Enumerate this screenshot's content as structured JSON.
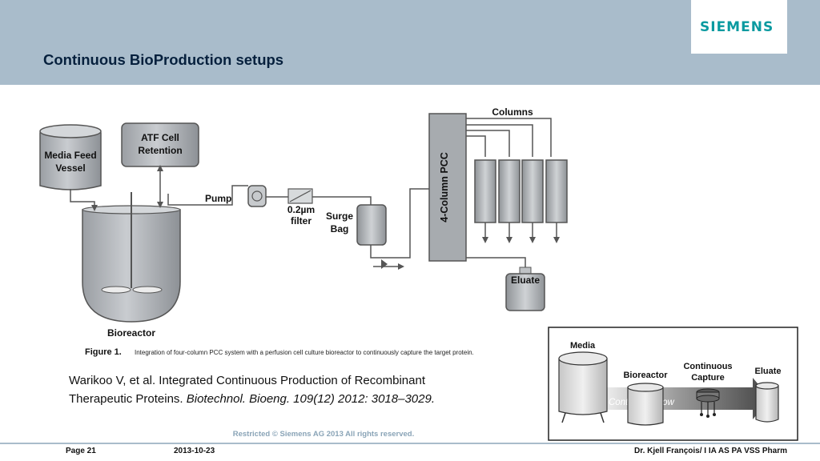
{
  "header": {
    "title": "Continuous BioProduction setups",
    "logo": "SIEMENS"
  },
  "figure": {
    "labels": {
      "media_feed_line1": "Media Feed",
      "media_feed_line2": "Vessel",
      "atf_line1": "ATF Cell",
      "atf_line2": "Retention",
      "pump": "Pump",
      "filter_line1": "0.2µm",
      "filter_line2": "filter",
      "surge_line1": "Surge",
      "surge_line2": "Bag",
      "pcc": "4-Column PCC",
      "columns": "Columns",
      "eluate": "Eluate",
      "bioreactor": "Bioreactor"
    },
    "caption_label": "Figure 1.",
    "caption_text": "Integration of four-column PCC system with a perfusion cell culture bioreactor to continuously capture the target protein."
  },
  "inset": {
    "media": "Media",
    "bioreactor": "Bioreactor",
    "capture_line1": "Continuous",
    "capture_line2": "Capture",
    "eluate": "Eluate",
    "flow": "Continuous flow"
  },
  "citation": {
    "line1": "Warikoo V, et al. Integrated Continuous Production of Recombinant",
    "line2_plain": "Therapeutic Proteins. ",
    "line2_italic": "Biotechnol. Bioeng. 109(12) 2012: 3018–3029."
  },
  "footer": {
    "restricted": "Restricted © Siemens AG 2013 All rights reserved.",
    "page": "Page 21",
    "date": "2013-10-23",
    "author": "Dr. Kjell François/ I IA AS PA VSS Pharm"
  },
  "colors": {
    "header_bg": "#a9bccb",
    "title": "#06203d",
    "logo": "#0a9aa0"
  }
}
